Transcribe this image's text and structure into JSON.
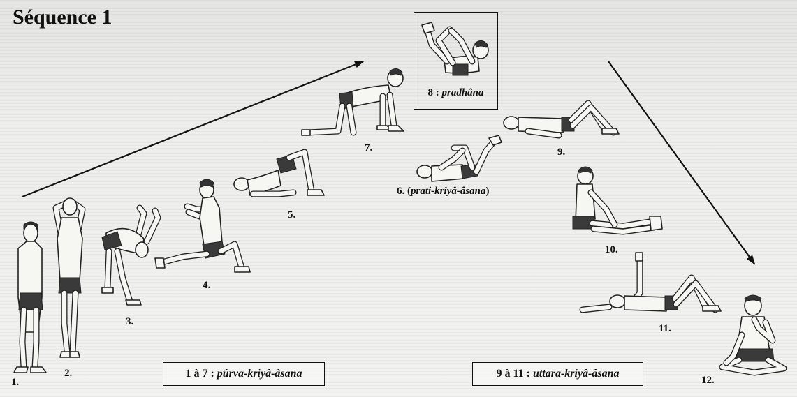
{
  "title": "Séquence 1",
  "labels": {
    "p1": "1.",
    "p2": "2.",
    "p3": "3.",
    "p4": "4.",
    "p5": "5.",
    "p6_num": "6. (",
    "p6_name": "prati-kriyâ-âsana",
    "p6_close": ")",
    "p7": "7.",
    "p8_num": "8 : ",
    "p8_name": "pradhâna",
    "p9": "9.",
    "p10": "10.",
    "p11": "11.",
    "p12": "12."
  },
  "boxes": {
    "purva_prefix": "1 à 7 : ",
    "purva_name": "pûrva-kriyâ-âsana",
    "uttara_prefix": "9 à 11 : ",
    "uttara_name": "uttara-kriyâ-âsana"
  },
  "colors": {
    "ink": "#111111",
    "paper": "#eeeeec"
  }
}
